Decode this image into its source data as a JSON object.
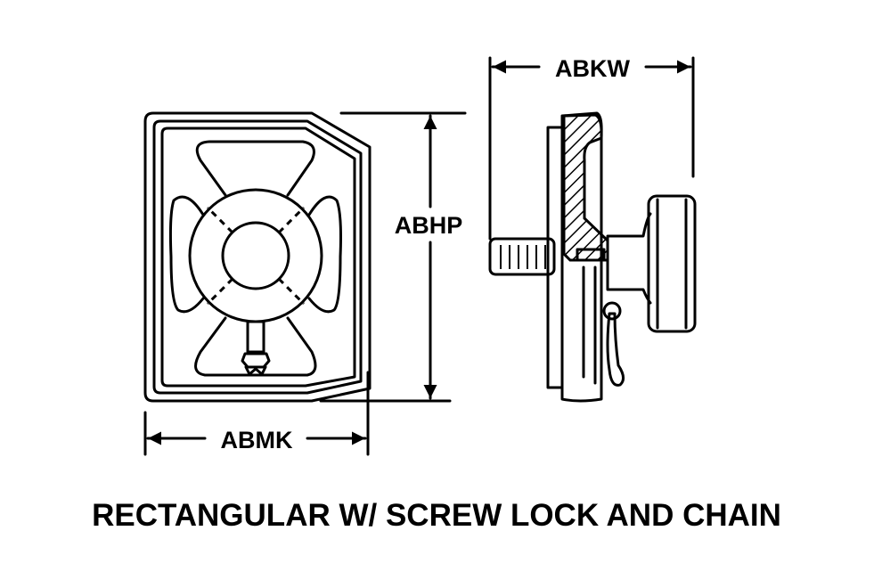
{
  "title": "RECTANGULAR W/ SCREW LOCK AND CHAIN",
  "dimensions": {
    "height_label": "ABHP",
    "width_label": "ABMK",
    "depth_label": "ABKW"
  },
  "views": {
    "front": "front-view",
    "side": "side-view"
  }
}
